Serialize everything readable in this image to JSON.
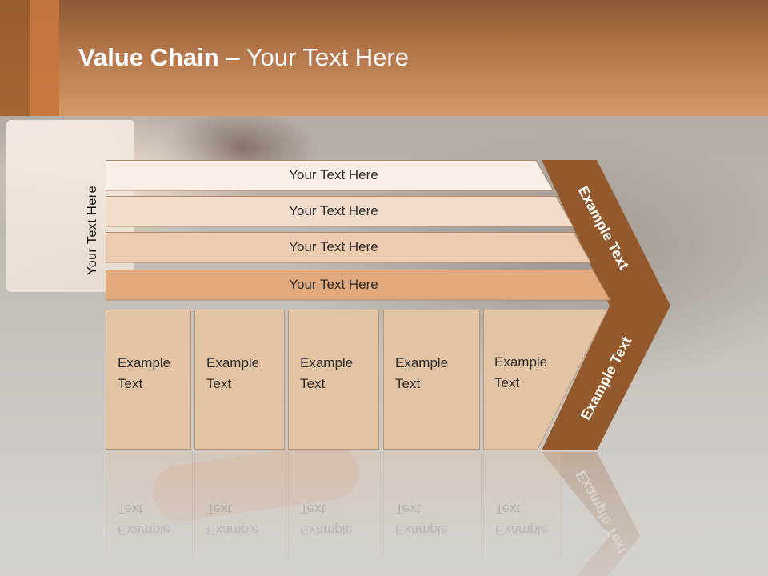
{
  "header": {
    "title_bold": "Value Chain",
    "title_rest": " – Your Text Here"
  },
  "side_label": "Your Text Here",
  "bars": [
    {
      "label": "Your Text Here",
      "fill": "#f9efe7"
    },
    {
      "label": "Your Text Here",
      "fill": "#f2dccb"
    },
    {
      "label": "Your Text Here",
      "fill": "#ecccb0"
    },
    {
      "label": "Your Text Here",
      "fill": "#e0a97e"
    }
  ],
  "boxes": [
    {
      "label": "Example\nText"
    },
    {
      "label": "Example\nText"
    },
    {
      "label": "Example\nText"
    },
    {
      "label": "Example\nText"
    },
    {
      "label": "Example\nText"
    }
  ],
  "arrow": {
    "top_label": "Example Text",
    "bottom_label": "Example Text",
    "fill": "#93592c"
  },
  "colors": {
    "header_brown": "#b4764a",
    "box_fill": "#e2c3a4"
  }
}
